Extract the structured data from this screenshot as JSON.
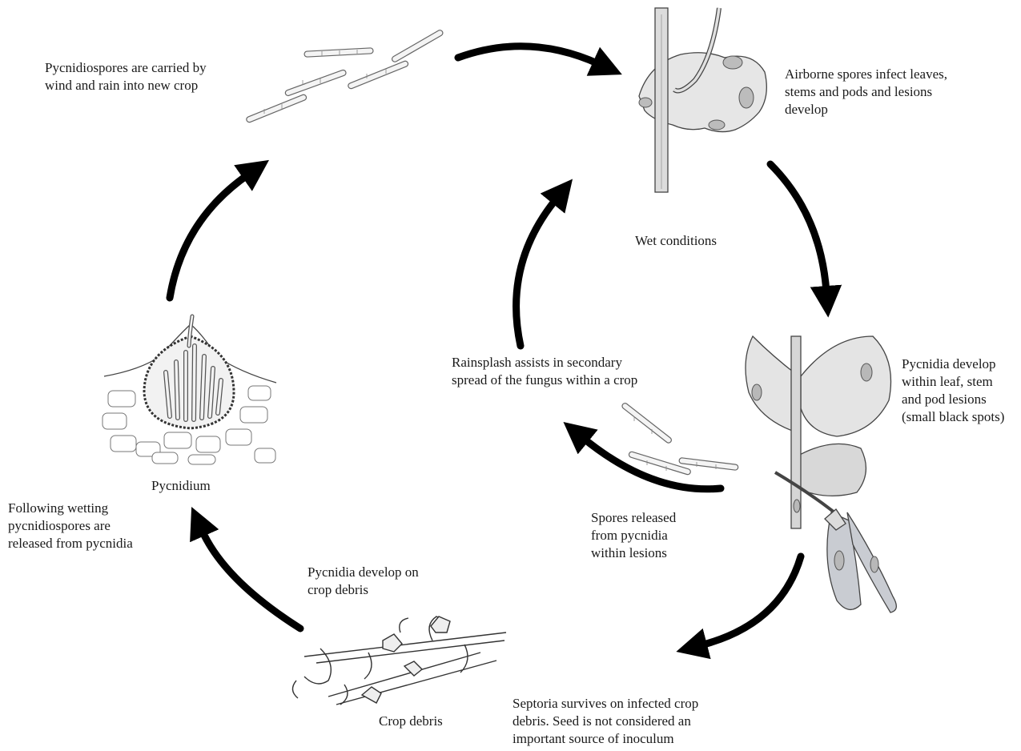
{
  "labels": {
    "wind_spread": [
      "Pycnidiospores are carried by",
      "wind and rain into new crop"
    ],
    "infection": [
      "Airborne spores infect leaves,",
      "stems and pods and lesions",
      "develop"
    ],
    "wet": [
      "Wet conditions"
    ],
    "pycnidia_lesions": [
      "Pycnidia develop",
      "within leaf, stem",
      "and pod lesions",
      "(small black spots)"
    ],
    "rainsplash": [
      "Rainsplash assists in secondary",
      "spread of the fungus within a crop"
    ],
    "spores_released": [
      "Spores released",
      "from pycnidia",
      "within lesions"
    ],
    "survival": [
      "Septoria survives on infected crop",
      "debris. Seed is not considered an",
      "important source of inoculum"
    ],
    "debris_pycnidia": [
      "Pycnidia develop on",
      "crop debris"
    ],
    "crop_debris": [
      "Crop debris"
    ],
    "pycnidium": [
      "Pycnidium"
    ],
    "wetting": [
      "Following wetting",
      "pycnidiospores are",
      "released from pycnidia"
    ]
  },
  "illustrations": {
    "spores_top": "airborne-spores-illustration",
    "stem_leaf": "infected-stem-leaf-illustration",
    "pea_plant": "pea-plant-with-lesions-illustration",
    "splash_spores": "rainsplash-spores-illustration",
    "debris": "crop-debris-illustration",
    "pycnidium": "pycnidium-cross-section-illustration"
  },
  "colors": {
    "arrow": "#000000",
    "ink": "#3a3a3a",
    "leaf": "#e4e4e4",
    "pod": "#c9ccd2"
  }
}
